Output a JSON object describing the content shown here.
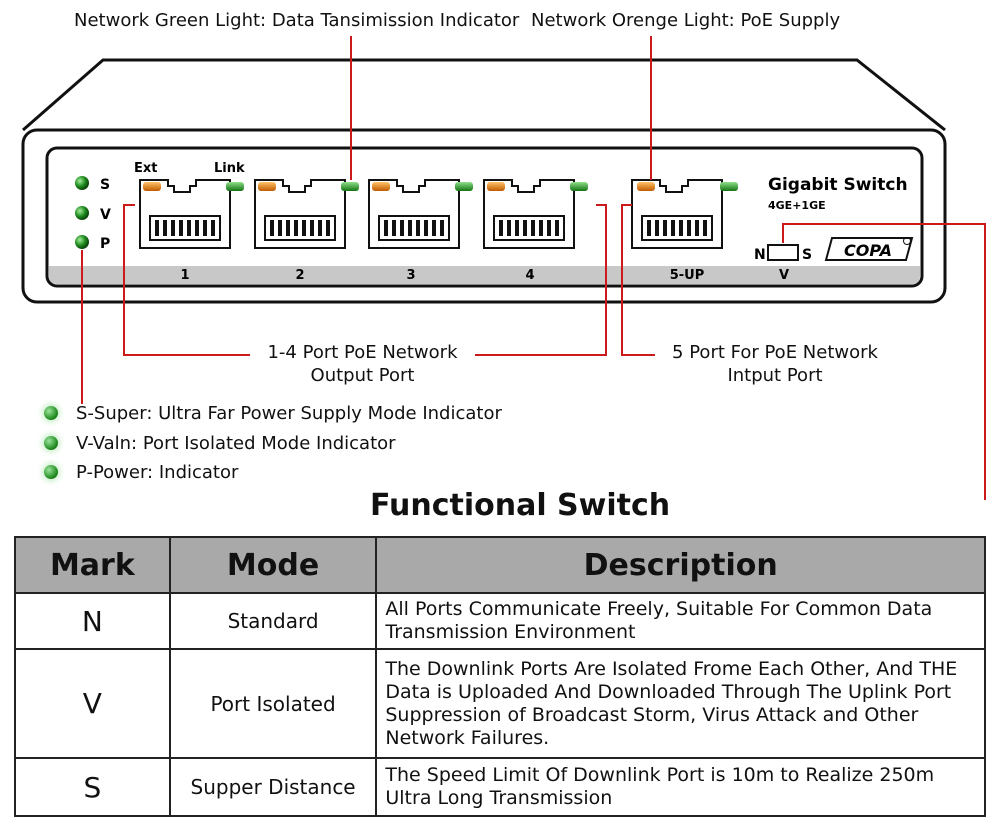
{
  "callouts": {
    "green_light": "Network Green Light: Data Tansimission Indicator",
    "orange_light": "Network Orenge Light: PoE Supply",
    "poe_output_line1": "1-4 Port PoE Network",
    "poe_output_line2": "Output Port",
    "poe_input_line1": "5 Port For PoE Network",
    "poe_input_line2": "Intput Port"
  },
  "device": {
    "ext_label": "Ext",
    "link_label": "Link",
    "indicators": [
      "S",
      "V",
      "P"
    ],
    "ports": [
      "1",
      "2",
      "3",
      "4"
    ],
    "uplink_port": "5-UP",
    "brand_title": "Gigabit Switch",
    "brand_subtitle": "4GE+1GE",
    "logo": "COPA",
    "switch_left": "N",
    "switch_right": "S",
    "switch_bottom": "V"
  },
  "legend": [
    {
      "text": "S-Super: Ultra Far Power Supply Mode Indicator"
    },
    {
      "text": "V-Valn: Port Isolated Mode Indicator"
    },
    {
      "text": "P-Power: Indicator"
    }
  ],
  "functional_switch": {
    "title": "Functional Switch",
    "headers": {
      "mark": "Mark",
      "mode": "Mode",
      "description": "Description"
    },
    "rows": [
      {
        "mark": "N",
        "mode": "Standard",
        "description": "All Ports Communicate Freely, Suitable For Common Data Transmission Environment"
      },
      {
        "mark": "V",
        "mode": "Port Isolated",
        "description": "The Downlink Ports Are Isolated Frome Each Other, And THE Data is Uploaded And Downloaded Through The Uplink Port Suppression of Broadcast Storm, Virus Attack and Other Network Failures."
      },
      {
        "mark": "S",
        "mode": "Supper Distance",
        "description": "The Speed Limit Of Downlink Port is 10m to Realize 250m Ultra Long Transmission"
      }
    ]
  },
  "colors": {
    "leader_line": "#cc1a1a",
    "led_green": "#1e8a1e",
    "led_orange": "#e07a10",
    "header_gray": "#a9a9a9",
    "panel_strip": "#c8c8c8"
  }
}
